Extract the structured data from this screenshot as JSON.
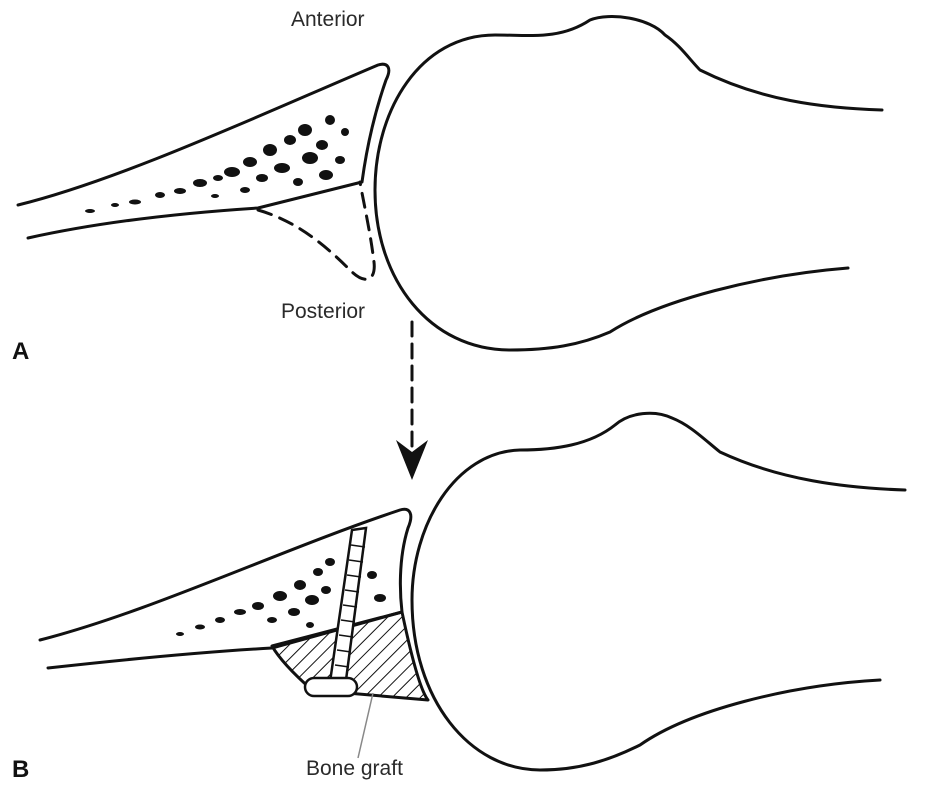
{
  "labels": {
    "anterior": "Anterior",
    "posterior": "Posterior",
    "bone_graft": "Bone graft"
  },
  "panels": {
    "a": "A",
    "b": "B"
  },
  "colors": {
    "line": "#111111",
    "leader": "#888888",
    "background": "#ffffff"
  }
}
